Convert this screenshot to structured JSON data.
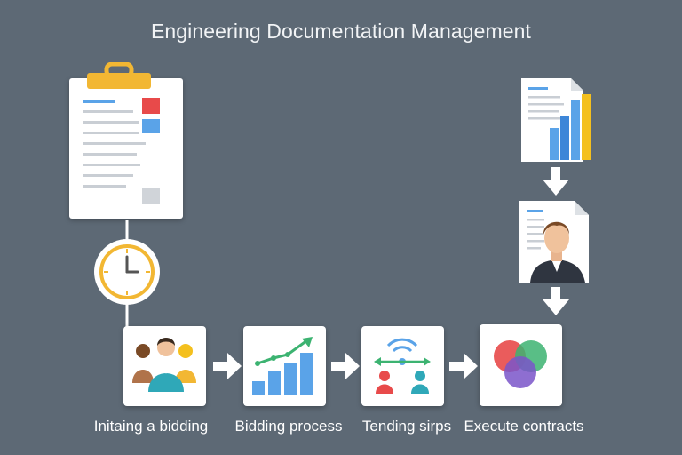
{
  "title": "Engineering Documentation Management",
  "steps": [
    {
      "label": "Initaing a bidding",
      "icon": "team-icon"
    },
    {
      "label": "Bidding process",
      "icon": "growth-chart-icon"
    },
    {
      "label": "Tending sirps",
      "icon": "network-people-icon"
    },
    {
      "label": "Execute contracts",
      "icon": "venn-diagram-icon"
    }
  ],
  "colors": {
    "background": "#5d6975",
    "clip": "#f2b733",
    "red": "#e84a4a",
    "blue": "#5aa3e8",
    "green": "#3cb371",
    "purple": "#7a55c9",
    "yellow": "#f4c01e"
  }
}
